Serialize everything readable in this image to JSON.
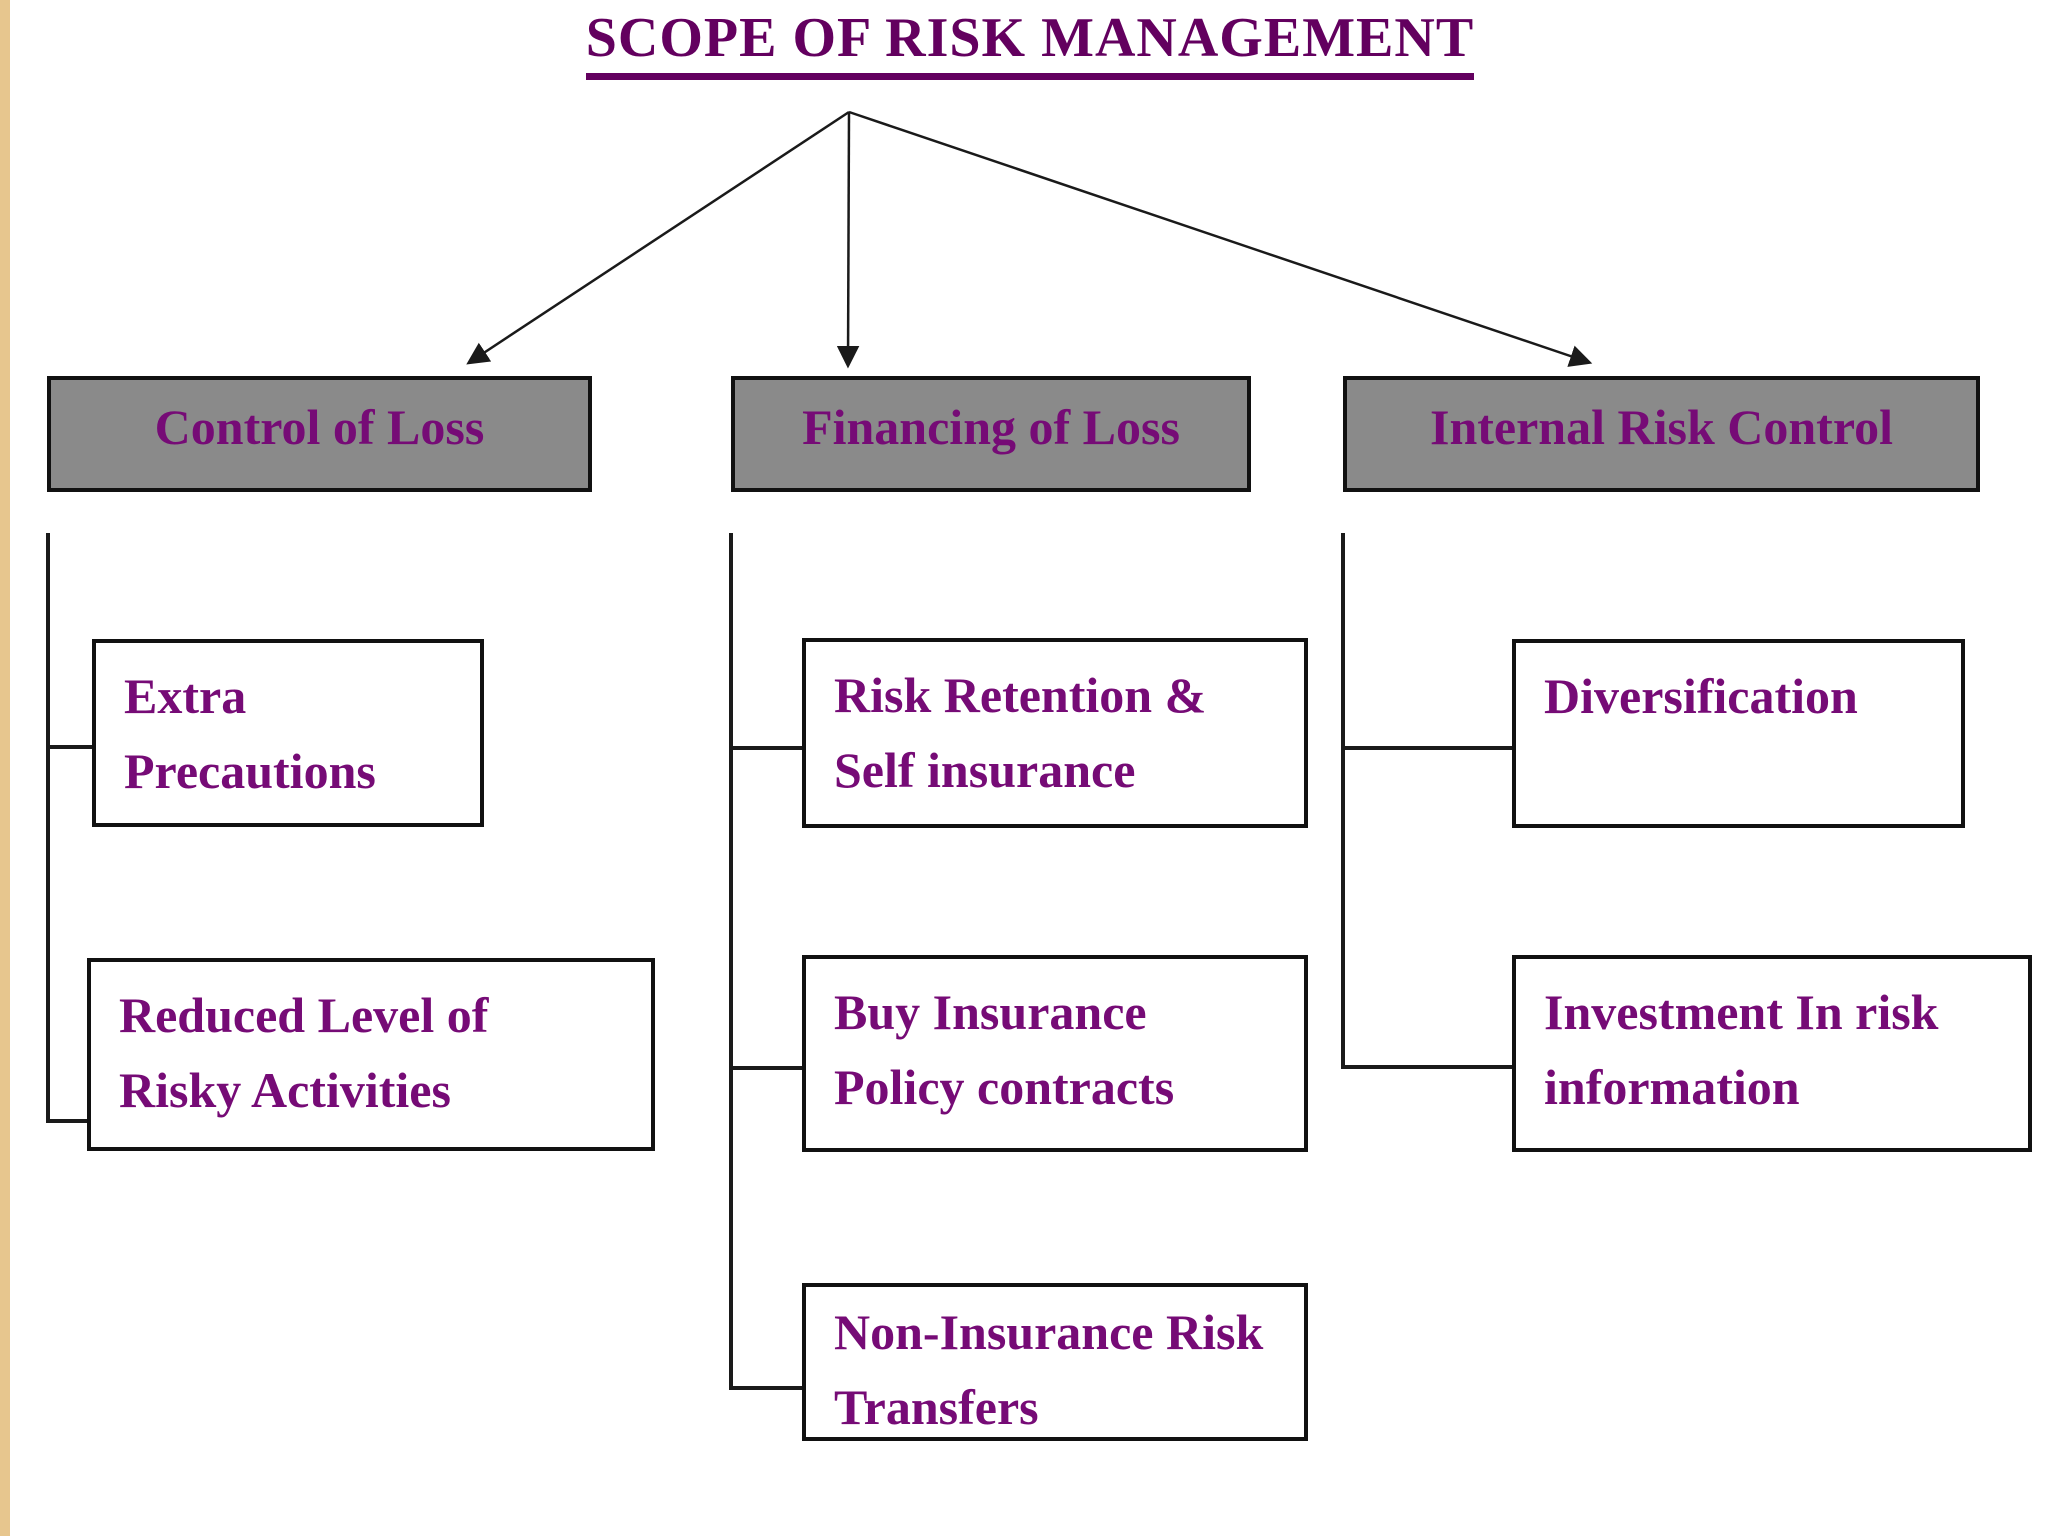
{
  "title": {
    "text": "SCOPE OF RISK MANAGEMENT",
    "color": "#63005f"
  },
  "colors": {
    "box_text": "#760b76",
    "header_fill": "#8a8a8a",
    "box_border": "#111111",
    "connector": "#1a1a1a",
    "left_strip": "#e7c68e",
    "background": "#ffffff"
  },
  "branches": [
    {
      "label": "Control of Loss",
      "children": [
        {
          "label": "Extra Precautions"
        },
        {
          "label": "Reduced Level of Risky Activities"
        }
      ]
    },
    {
      "label": "Financing of Loss",
      "children": [
        {
          "label": "Risk Retention & Self insurance"
        },
        {
          "label": "Buy Insurance Policy contracts"
        },
        {
          "label": "Non-Insurance Risk Transfers"
        }
      ]
    },
    {
      "label": "Internal Risk Control",
      "children": [
        {
          "label": "Diversification"
        },
        {
          "label": "Investment In risk information"
        }
      ]
    }
  ]
}
